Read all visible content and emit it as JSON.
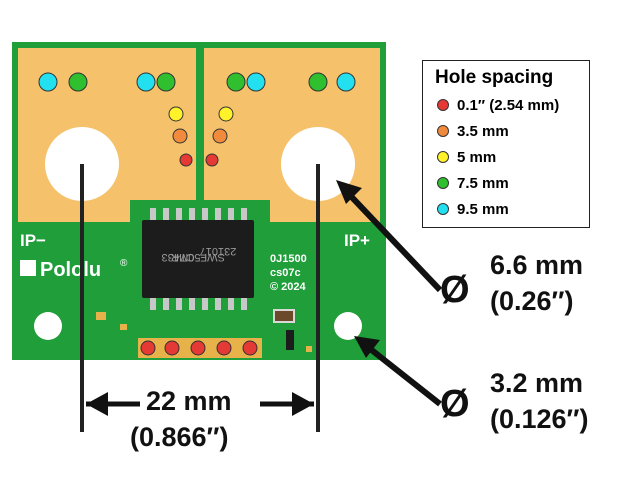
{
  "board": {
    "label_ip_minus": "IP−",
    "label_ip_plus": "IP+",
    "brand": "Pololu",
    "brand_mark": "®",
    "chip_line1": "CT433",
    "chip_line2": "SWF50MR",
    "chip_line3": "231017",
    "code_line1": "0J1500",
    "code_line2": "cs07c",
    "code_line3": "© 2024"
  },
  "legend": {
    "title": "Hole spacing",
    "items": [
      {
        "label": "0.1″ (2.54 mm)",
        "color": "#e53935"
      },
      {
        "label": "3.5 mm",
        "color": "#f08a3c"
      },
      {
        "label": "5 mm",
        "color": "#fff22a"
      },
      {
        "label": "7.5 mm",
        "color": "#2fbf2f"
      },
      {
        "label": "9.5 mm",
        "color": "#22e0f0"
      }
    ]
  },
  "dimensions": {
    "large_hole_line1": "6.6 mm",
    "large_hole_line2": "(0.26″)",
    "small_hole_line1": "3.2 mm",
    "small_hole_line2": "(0.126″)",
    "spacing_line1": "22 mm",
    "spacing_line2": "(0.866″)",
    "diameter_symbol": "Ø"
  },
  "colors": {
    "pcb": "#1f9e3a",
    "copper": "#f5c26b",
    "chip": "#1c1c1c"
  }
}
